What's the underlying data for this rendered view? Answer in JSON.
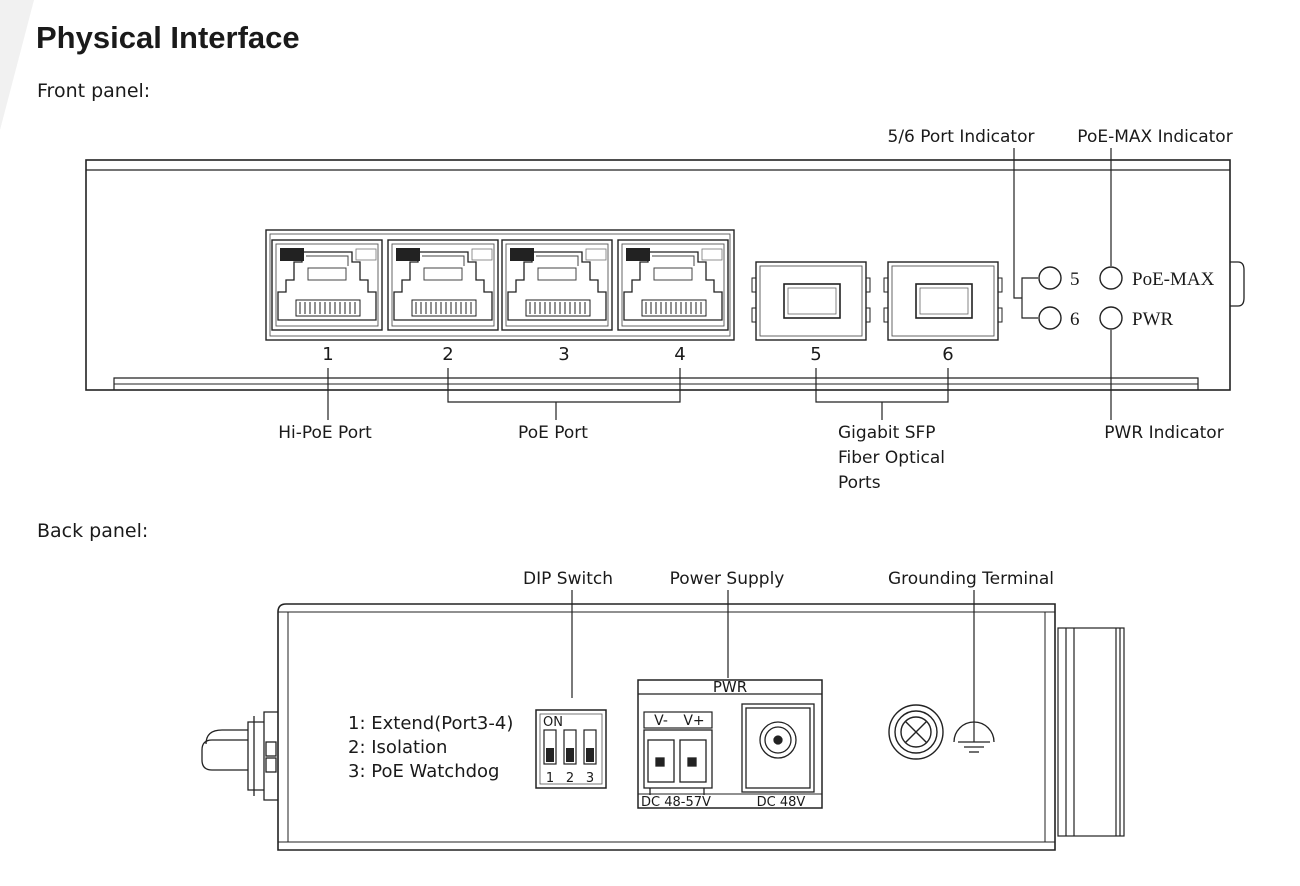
{
  "page": {
    "title": "Physical Interface",
    "front_heading": "Front panel:",
    "back_heading": "Back panel:"
  },
  "front": {
    "ports": [
      {
        "number": "1"
      },
      {
        "number": "2"
      },
      {
        "number": "3"
      },
      {
        "number": "4"
      },
      {
        "number": "5"
      },
      {
        "number": "6"
      }
    ],
    "led_labels": {
      "led5": "5",
      "led6": "6",
      "poe_max": "PoE-MAX",
      "pwr": "PWR"
    },
    "callouts": {
      "port_56_indicator": "5/6 Port Indicator",
      "poe_max_indicator": "PoE-MAX Indicator",
      "hi_poe_port": "Hi-PoE Port",
      "poe_port": "PoE Port",
      "sfp_line1": "Gigabit SFP",
      "sfp_line2": "Fiber Optical",
      "sfp_line3": "Ports",
      "pwr_indicator": "PWR Indicator"
    }
  },
  "back": {
    "callouts": {
      "dip_switch": "DIP Switch",
      "power_supply": "Power Supply",
      "grounding_terminal": "Grounding Terminal"
    },
    "dip_legend": [
      "1: Extend(Port3-4)",
      "2: Isolation",
      "3: PoE Watchdog"
    ],
    "dip": {
      "on_label": "ON",
      "switches": [
        "1",
        "2",
        "3"
      ]
    },
    "power": {
      "header": "PWR",
      "v_minus": "V-",
      "v_plus": "V+",
      "terminal_rating": "DC 48-57V",
      "jack_rating": "DC 48V"
    }
  }
}
